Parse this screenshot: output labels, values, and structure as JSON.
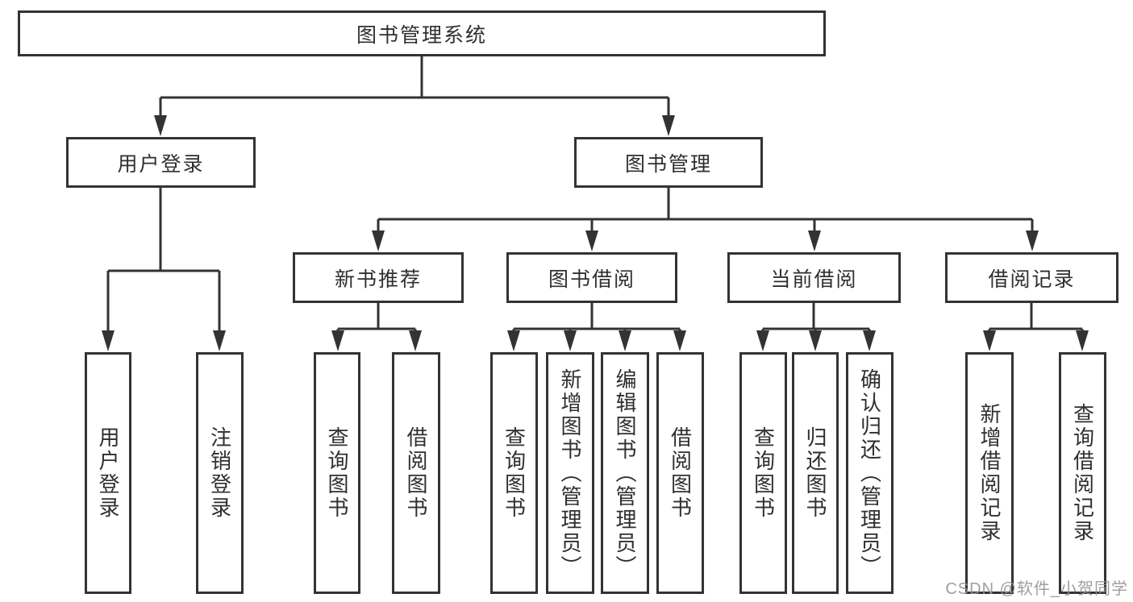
{
  "nodes": {
    "root": {
      "label": "图书管理系统"
    },
    "user_login": {
      "label": "用户登录",
      "children": [
        "用户登录",
        "注销登录"
      ]
    },
    "book_management": {
      "label": "图书管理"
    },
    "new_book_recommend": {
      "label": "新书推荐",
      "children": [
        "查询图书",
        "借阅图书"
      ]
    },
    "book_borrow": {
      "label": "图书借阅",
      "children": [
        "查询图书",
        "新增图书（管理员）",
        "编辑图书（管理员）",
        "借阅图书"
      ]
    },
    "current_borrow": {
      "label": "当前借阅",
      "children": [
        "查询图书",
        "归还图书",
        "确认归还（管理员）"
      ]
    },
    "borrow_records": {
      "label": "借阅记录",
      "children": [
        "新增借阅记录",
        "查询借阅记录"
      ]
    }
  },
  "watermark": {
    "text": "CSDN @软件_小贺同学"
  },
  "colors": {
    "line": "#333333",
    "text": "#2f2f2f",
    "watermark": "#949494",
    "background": "#ffffff"
  }
}
